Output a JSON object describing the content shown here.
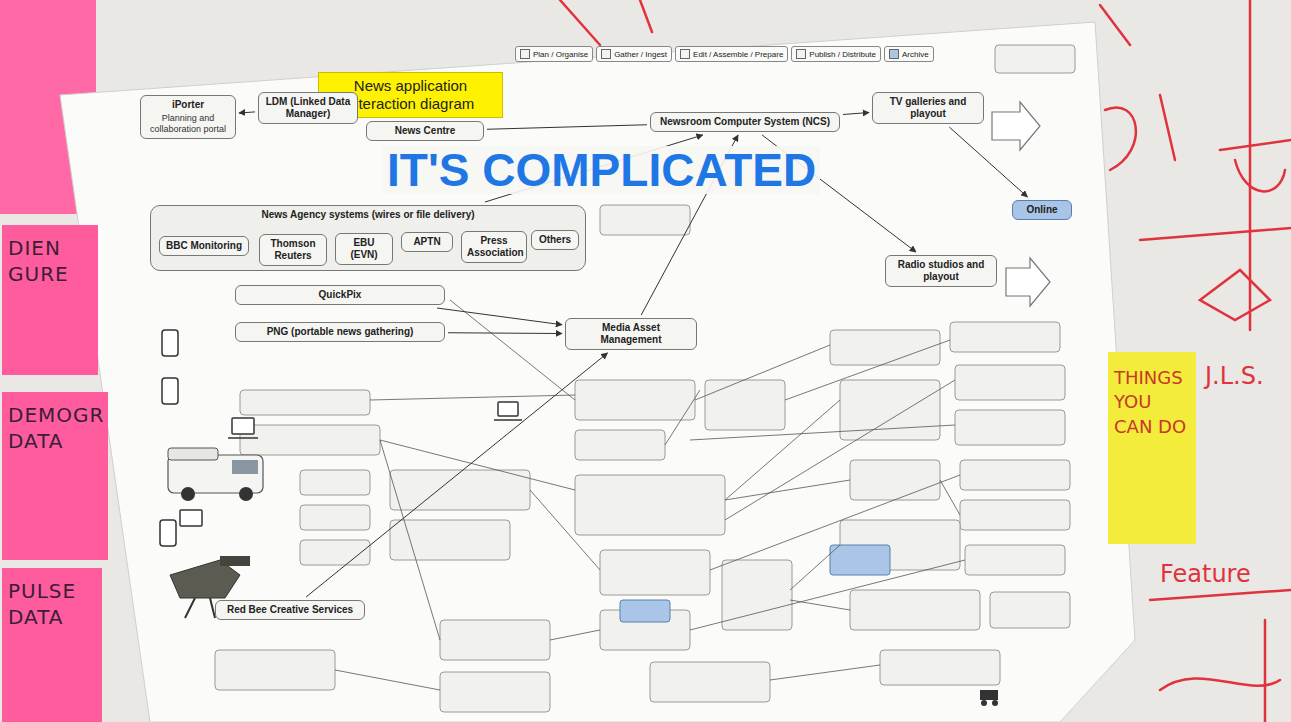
{
  "diagram": {
    "title": "News application interaction diagram",
    "nodes": [
      {
        "text": [
          "iPorter",
          "Planning and collaboration portal"
        ]
      },
      {
        "text": [
          "LDM (Linked Data Manager)"
        ]
      },
      {
        "text": [
          "News Centre"
        ]
      },
      {
        "text": [
          "Newsroom Computer System (NCS)"
        ]
      },
      {
        "text": [
          "TV galleries and playout"
        ]
      },
      {
        "text": [
          "Online"
        ]
      },
      {
        "text": [
          "News Agency systems (wires or file delivery)"
        ]
      },
      {
        "text": [
          "BBC Monitoring"
        ],
        "in": 6
      },
      {
        "text": [
          "Thomson Reuters"
        ],
        "in": 6
      },
      {
        "text": [
          "EBU (EVN)"
        ],
        "in": 6
      },
      {
        "text": [
          "APTN"
        ],
        "in": 6
      },
      {
        "text": [
          "Press Association"
        ],
        "in": 6
      },
      {
        "text": [
          "Others"
        ],
        "in": 6
      },
      {
        "text": [
          "QuickPix"
        ]
      },
      {
        "text": [
          "PNG (portable news gathering)"
        ]
      },
      {
        "text": [
          "Radio studios and playout"
        ]
      },
      {
        "text": [
          "Media Asset Management"
        ]
      },
      {
        "text": [
          "Red Bee Creative Services"
        ]
      },
      {
        "text": [
          "DIEN GURE"
        ]
      },
      {
        "text": [
          "DEMOGR DATA"
        ]
      },
      {
        "text": [
          "PULSE DATA"
        ]
      },
      {
        "text": [
          "THINGS YOU CAN DO"
        ]
      }
    ],
    "edges": [
      {
        "from": 1,
        "to": 0,
        "arrow": "to"
      },
      {
        "from": 2,
        "to": 3,
        "arrow": "none"
      },
      {
        "from": 3,
        "to": 4,
        "arrow": "to"
      },
      {
        "from": 4,
        "to": 5,
        "arrow": "to"
      },
      {
        "from": 6,
        "to": 3,
        "arrow": "to"
      },
      {
        "from": 13,
        "to": 16,
        "arrow": "to"
      },
      {
        "from": 14,
        "to": 16,
        "arrow": "to"
      },
      {
        "from": 16,
        "to": 3,
        "arrow": "to"
      },
      {
        "from": 3,
        "to": 15,
        "arrow": "to"
      },
      {
        "from": 17,
        "to": 16,
        "arrow": "to"
      }
    ],
    "labels": [
      "IT'S COMPLICATED",
      "J.L.S.",
      "Feature"
    ],
    "legend": [
      {
        "text": "Plan / Organise",
        "color": "#f2f2f2"
      },
      {
        "text": "Gather / Ingest",
        "color": "#f2f2f2"
      },
      {
        "text": "Edit / Assemble / Prepare",
        "color": "#f2f2f2"
      },
      {
        "text": "Publish / Distribute",
        "color": "#f2f2f2"
      },
      {
        "text": "Archive",
        "color": "#a9c6e8"
      }
    ]
  }
}
